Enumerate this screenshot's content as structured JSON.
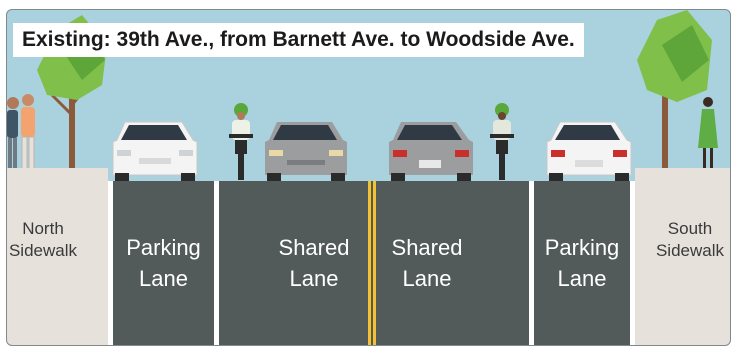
{
  "title": "Existing: 39th Ave., from Barnett Ave. to Woodside Ave.",
  "zones": [
    {
      "id": "north-sidewalk",
      "lines": [
        "North",
        "Sidewalk"
      ]
    },
    {
      "id": "parking-lane-left",
      "lines": [
        "Parking",
        "Lane"
      ]
    },
    {
      "id": "shared-lane-left",
      "lines": [
        "Shared",
        "Lane"
      ]
    },
    {
      "id": "shared-lane-right",
      "lines": [
        "Shared",
        "Lane"
      ]
    },
    {
      "id": "parking-lane-right",
      "lines": [
        "Parking",
        "Lane"
      ]
    },
    {
      "id": "south-sidewalk",
      "lines": [
        "South",
        "Sidewalk"
      ]
    }
  ],
  "colors": {
    "sky": "#a9d2de",
    "road": "#525a5a",
    "sidewalk": "#e7e1db",
    "lane_marking": "#ffffff",
    "center_line": "#f2c230",
    "tree_leaves": "#7fbf4a",
    "tree_trunk": "#8a5a3a"
  },
  "icons": [
    "tree-icon",
    "pedestrian-icon",
    "car-icon",
    "cyclist-icon",
    "sharrow-icon"
  ]
}
